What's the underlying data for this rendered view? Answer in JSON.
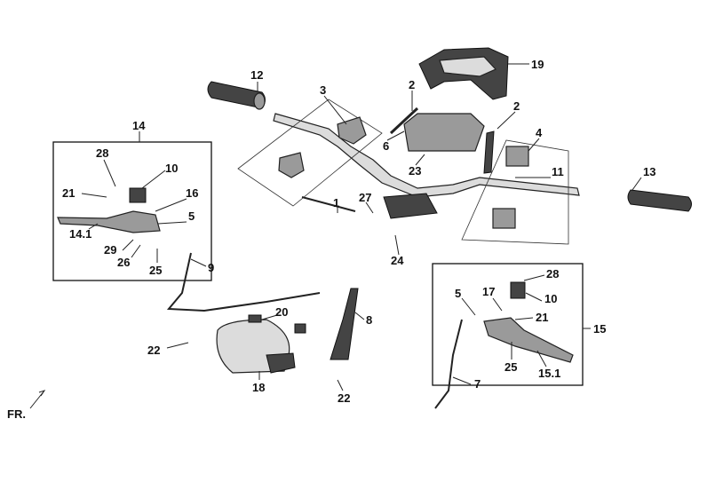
{
  "diagram": {
    "title": "Handlebar assembly exploded view",
    "labels": {
      "l12": "12",
      "l3": "3",
      "l2a": "2",
      "l19": "19",
      "l2b": "2",
      "l6": "6",
      "l4": "4",
      "l23": "23",
      "l11": "11",
      "l13": "13",
      "l14": "14",
      "l28a": "28",
      "l10a": "10",
      "l21a": "21",
      "l16": "16",
      "l5a": "5",
      "l14_1": "14.1",
      "l29": "29",
      "l26": "26",
      "l25a": "25",
      "l9": "9",
      "l1": "1",
      "l27": "27",
      "l24": "24",
      "l20": "20",
      "l8": "8",
      "l22a": "22",
      "l18": "18",
      "l22b": "22",
      "l5b": "5",
      "l28b": "28",
      "l17": "17",
      "l10b": "10",
      "l21b": "21",
      "l15": "15",
      "l25b": "25",
      "l15_1": "15.1",
      "l7": "7",
      "fr": "FR."
    }
  }
}
